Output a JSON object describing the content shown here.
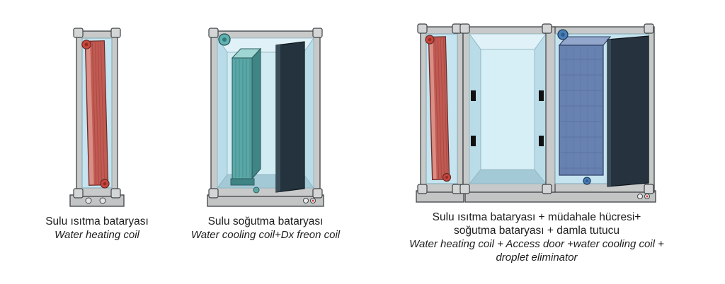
{
  "page": {
    "background": "#ffffff"
  },
  "colors": {
    "frame": "#c8cac9",
    "frame_light": "#d4d6d5",
    "base": "#c3c5c4",
    "outline": "#3f4347",
    "interior": "#c5e4ef",
    "interior_light": "#e0f1f8",
    "interior_shadow": "#a3c9d6",
    "interior_side": "#b9dce8",
    "back_wall": "#d2ecf4",
    "heating_coil": "#c05a52",
    "heating_coil_light": "#d98e86",
    "heating_pipe": "#c9453c",
    "cooling_coil_teal": "#5aa7a7",
    "cooling_coil_teal_light": "#9fd6d2",
    "cooling_coil_teal_dark": "#3f8585",
    "dx_panel": "#24333d",
    "cooling_coil_blue": "#6781b0",
    "cooling_coil_blue_top": "#93a7cc",
    "cooling_pipe_blue": "#4a7fb5",
    "droplet_panel": "#26323e",
    "hinge_black": "#111111"
  },
  "figures": [
    {
      "id": "water-heating-coil",
      "caption_tr": "Sulu ısıtma bataryası",
      "caption_en": "Water heating coil"
    },
    {
      "id": "water-cooling-coil-dx-freon-coil",
      "caption_tr": "Sulu soğutma bataryası",
      "caption_en": "Water cooling coil+Dx freon coil"
    },
    {
      "id": "heating-access-cooling-droplet",
      "caption_tr_line1": "Sulu ısıtma bataryası + müdahale hücresi+",
      "caption_tr_line2": "soğutma bataryası + damla tutucu",
      "caption_en_line1": "Water heating coil + Access door +water cooling coil +",
      "caption_en_line2": "droplet eliminator"
    }
  ]
}
